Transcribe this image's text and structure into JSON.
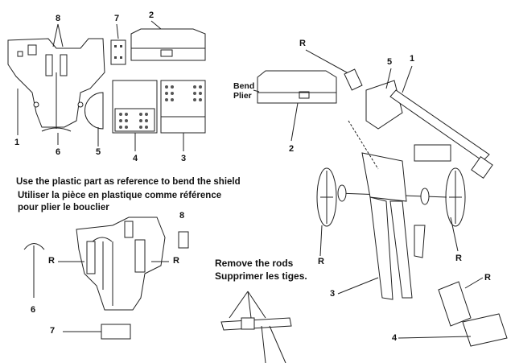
{
  "instructions": {
    "bend_en": "Use the plastic part as reference to bend the shield",
    "bend_fr_line1": "Utiliser la pièce en plastique comme référence",
    "bend_fr_line2": "pour plier le bouclier",
    "rods_en": "Remove the rods",
    "rods_fr": "Supprimer les tiges.",
    "bend_plier_line1": "Bend",
    "bend_plier_line2": "Plier"
  },
  "labels": {
    "top_8": "8",
    "top_7": "7",
    "top_2": "2",
    "top_1": "1",
    "top_6": "6",
    "top_5": "5",
    "top_4": "4",
    "top_3": "3",
    "right_R_top": "R",
    "right_5": "5",
    "right_1": "1",
    "right_2": "2",
    "right_R_left": "R",
    "right_R_wheel": "R",
    "right_R_shield": "R",
    "right_3": "3",
    "right_4": "4",
    "low_8": "8",
    "low_R_left": "R",
    "low_R_right": "R",
    "low_6": "6",
    "low_7": "7"
  }
}
